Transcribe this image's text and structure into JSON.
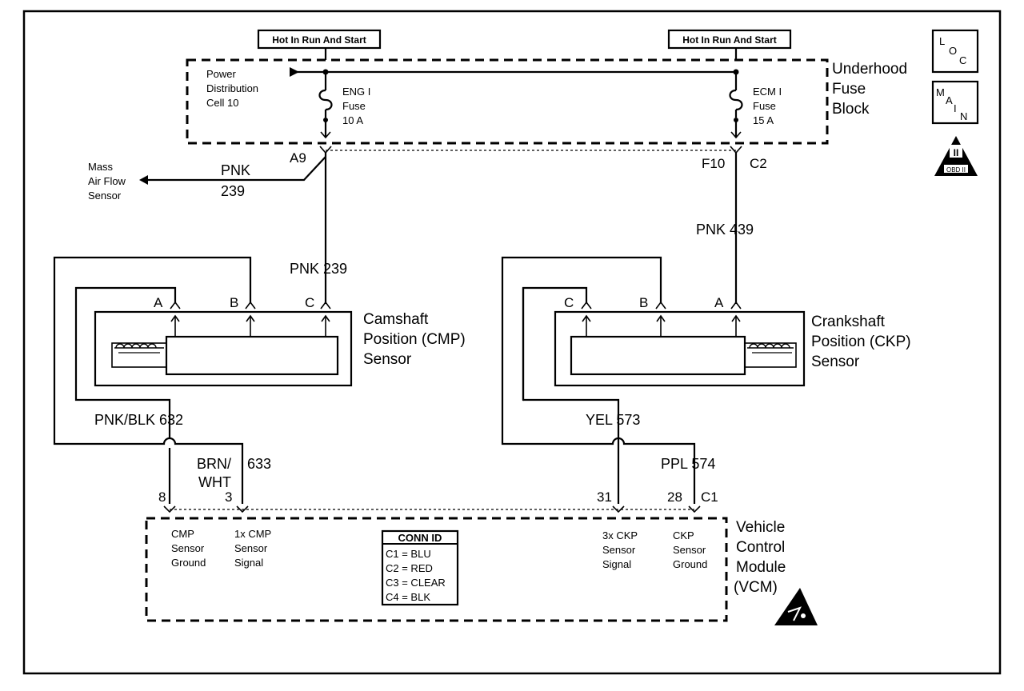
{
  "power": {
    "left_label": "Hot In Run And Start",
    "right_label": "Hot In Run And Start"
  },
  "fuse_block": {
    "name_lines": [
      "Underhood",
      "Fuse",
      "Block"
    ],
    "pdc_lines": [
      "Power",
      "Distribution",
      "Cell 10"
    ],
    "fuse1_lines": [
      "ENG I",
      "Fuse",
      "10 A"
    ],
    "fuse2_lines": [
      "ECM I",
      "Fuse",
      "15 A"
    ],
    "pin_a9": "A9",
    "pin_f10": "F10",
    "conn_c2": "C2"
  },
  "maf": {
    "lines": [
      "Mass",
      "Air Flow",
      "Sensor"
    ],
    "wire_color": "PNK",
    "wire_num": "239"
  },
  "wires": {
    "cmp_feed": "PNK  239",
    "ckp_feed": "PNK  439",
    "cmp_ground": "PNK/BLK  632",
    "cmp_signal_top": "BRN/",
    "cmp_signal_bottom": "WHT",
    "cmp_signal_num": "633",
    "ckp_signal": "YEL  573",
    "ckp_ground": "PPL  574"
  },
  "cmp_sensor": {
    "name_lines": [
      "Camshaft",
      "Position (CMP)",
      "Sensor"
    ],
    "pins": [
      "A",
      "B",
      "C"
    ]
  },
  "ckp_sensor": {
    "name_lines": [
      "Crankshaft",
      "Position (CKP)",
      "Sensor"
    ],
    "pins": [
      "C",
      "B",
      "A"
    ]
  },
  "vcm": {
    "name_lines": [
      "Vehicle",
      "Control",
      "Module",
      "(VCM)"
    ],
    "pins": {
      "p8": "8",
      "p3": "3",
      "p31": "31",
      "p28": "28",
      "c1": "C1"
    },
    "labels": {
      "cmp_ground": [
        "CMP",
        "Sensor",
        "Ground"
      ],
      "cmp_signal": [
        "1x CMP",
        "Sensor",
        "Signal"
      ],
      "ckp_signal": [
        "3x CKP",
        "Sensor",
        "Signal"
      ],
      "ckp_ground": [
        "CKP",
        "Sensor",
        "Ground"
      ]
    },
    "conn_id": {
      "title": "CONN ID",
      "rows": [
        "C1 = BLU",
        "C2 = RED",
        "C3 = CLEAR",
        "C4 = BLK"
      ]
    }
  },
  "icons": {
    "loc": [
      "L",
      "O",
      "C"
    ],
    "main": [
      "M",
      "A",
      "I",
      "N"
    ],
    "obd": [
      "II",
      "OBD II"
    ],
    "esd": "esd-warning-icon"
  }
}
